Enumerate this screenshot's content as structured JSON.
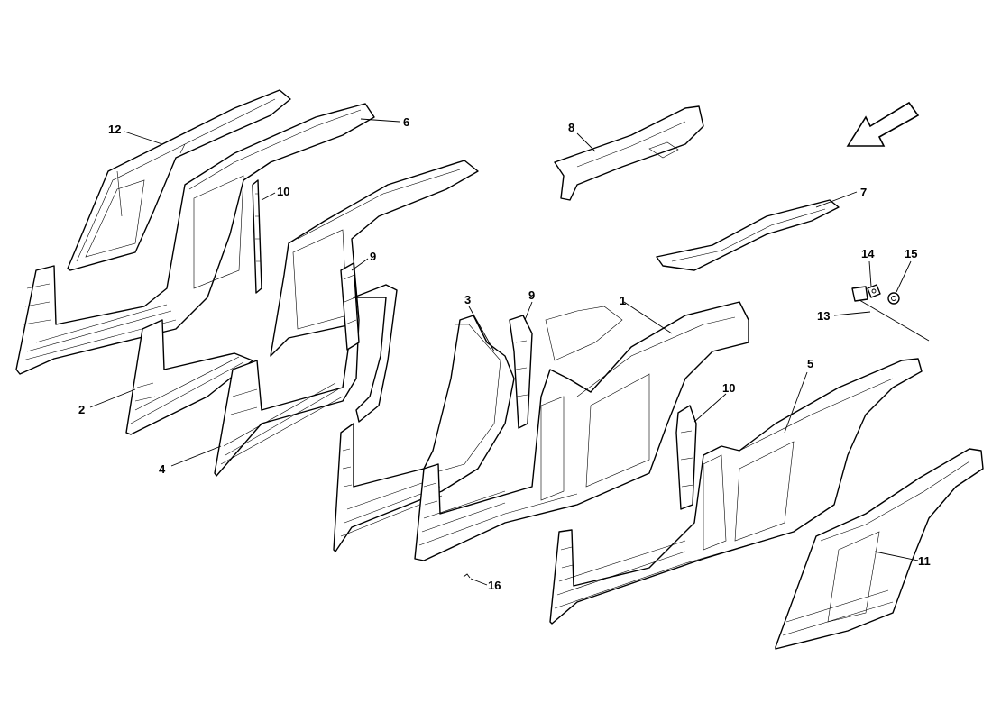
{
  "callouts": [
    {
      "id": "c1",
      "label": "1"
    },
    {
      "id": "c2",
      "label": "2"
    },
    {
      "id": "c3",
      "label": "3"
    },
    {
      "id": "c4",
      "label": "4"
    },
    {
      "id": "c5",
      "label": "5"
    },
    {
      "id": "c6",
      "label": "6"
    },
    {
      "id": "c7",
      "label": "7"
    },
    {
      "id": "c8",
      "label": "8"
    },
    {
      "id": "c9a",
      "label": "9"
    },
    {
      "id": "c9b",
      "label": "9"
    },
    {
      "id": "c10a",
      "label": "10"
    },
    {
      "id": "c10b",
      "label": "10"
    },
    {
      "id": "c11",
      "label": "11"
    },
    {
      "id": "c12",
      "label": "12"
    },
    {
      "id": "c13",
      "label": "13"
    },
    {
      "id": "c14",
      "label": "14"
    },
    {
      "id": "c15",
      "label": "15"
    },
    {
      "id": "c16",
      "label": "16"
    }
  ],
  "icons": {
    "direction": "orientation-arrow-icon"
  }
}
